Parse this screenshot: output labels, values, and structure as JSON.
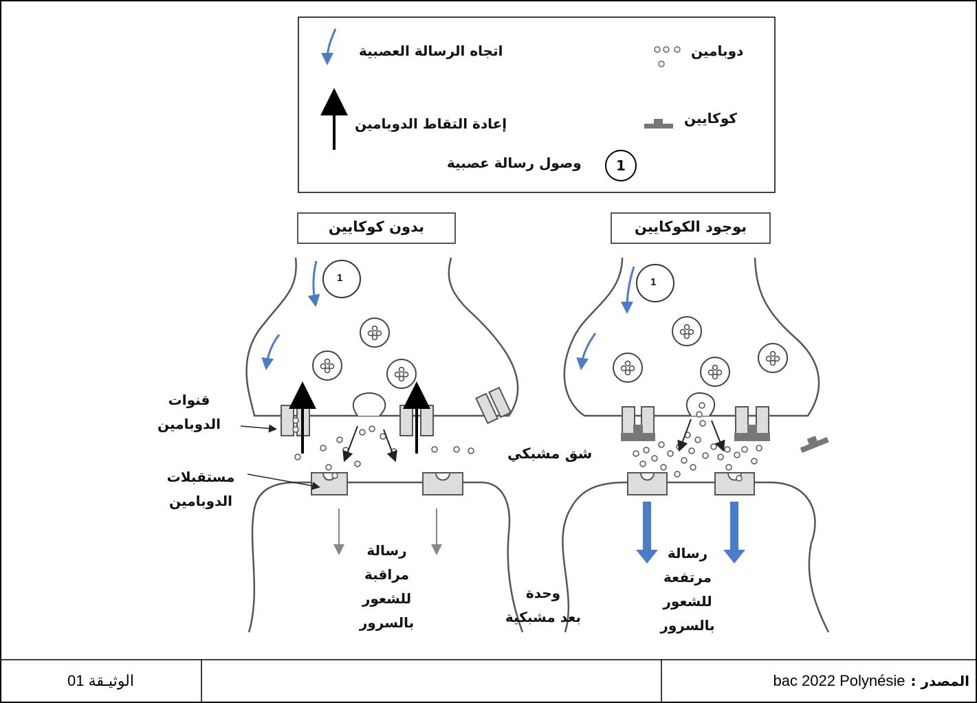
{
  "legend": {
    "dopamine": "دوبامين",
    "cocaine": "كوكايين",
    "nerve_direction": "اتجاه الرسالة العصبية",
    "reuptake": "إعادة التقاط الدوبامين",
    "arrival": "وصول رسالة عصبية",
    "arrival_number": "1"
  },
  "panels": {
    "without_cocaine": "بدون كوكايين",
    "with_cocaine": "بوجود الكوكايين",
    "step_number": "1"
  },
  "labels": {
    "channels_line1": "قنوات",
    "channels_line2": "الدوبامين",
    "receptors_line1": "مستقبلات",
    "receptors_line2": "الدوبامين",
    "cleft": "شق مشبكي",
    "msg_control": [
      "رسالة",
      "مراقبة",
      "للشعور",
      "بالسرور"
    ],
    "postsyn": [
      "وحدة",
      "بعد مشبكية"
    ],
    "msg_high": [
      "رسالة",
      "مرتفعة",
      "للشعور",
      "بالسرور"
    ]
  },
  "footer": {
    "doc_label": "الوثيـقة 01",
    "source_label": "المصدر :",
    "source_value": "bac 2022 Polynésie"
  },
  "colors": {
    "blue_arrow": "#4a7cc9",
    "membrane": "#555555",
    "channel_fill": "#dddddd",
    "cocaine_fill": "#777777"
  }
}
